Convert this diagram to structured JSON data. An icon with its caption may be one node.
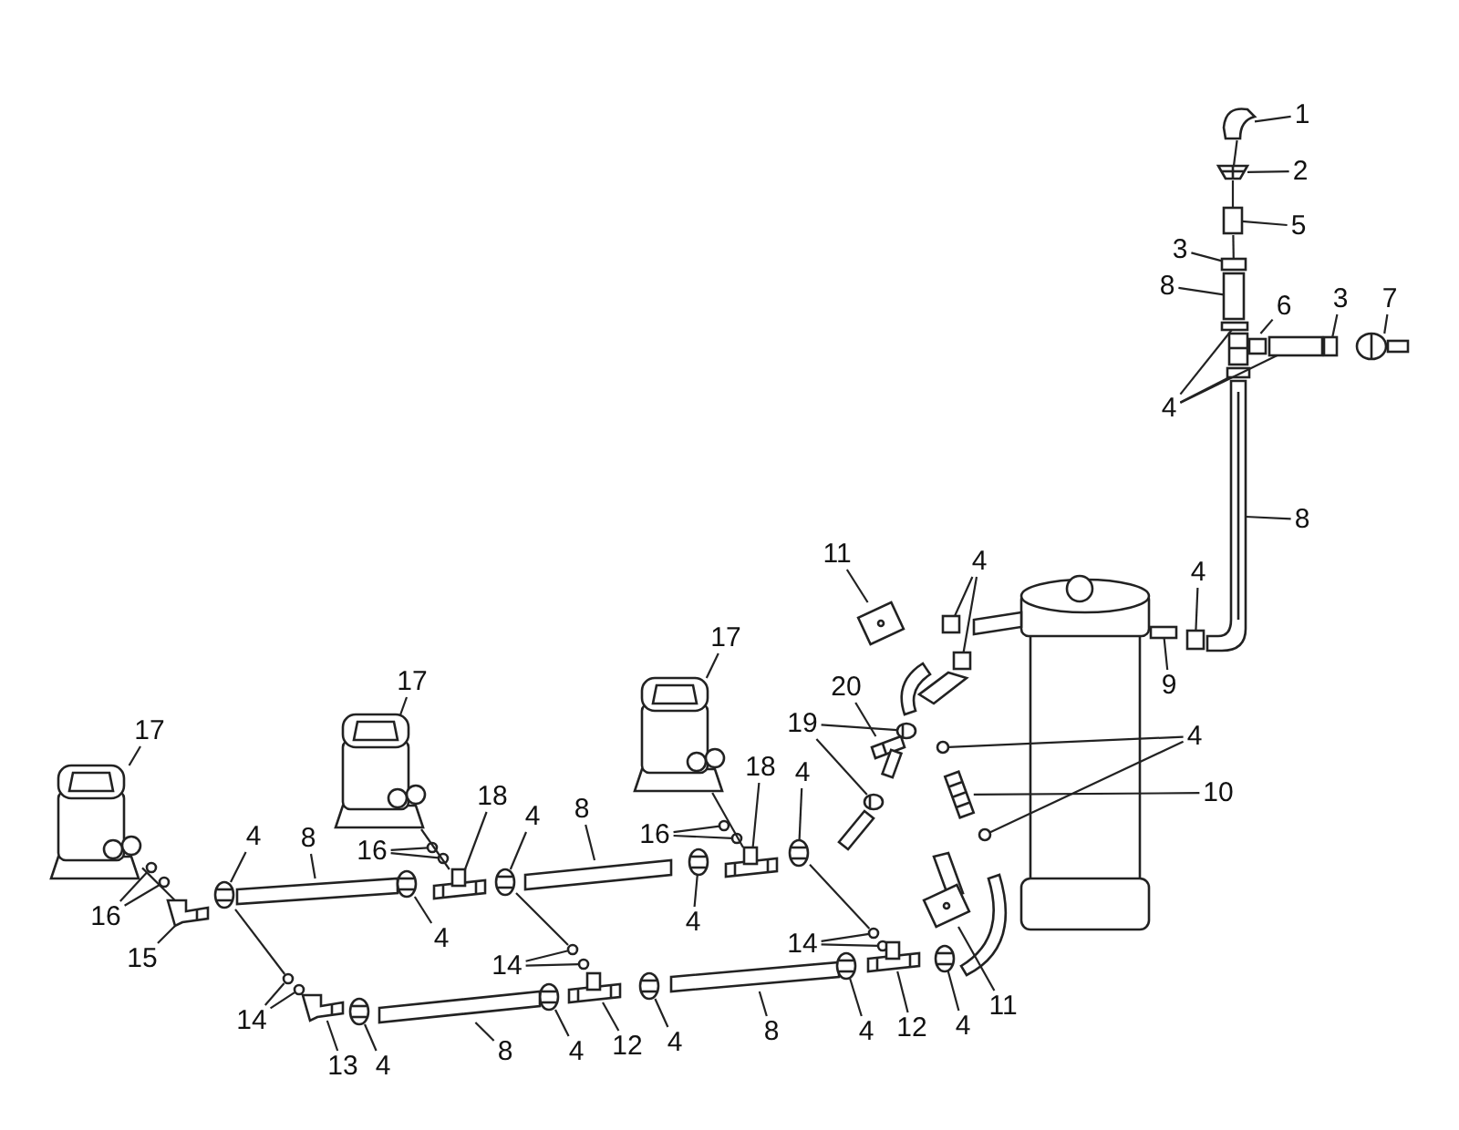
{
  "diagram": {
    "nodes": [
      {
        "text": [
          "1"
        ]
      },
      {
        "text": [
          "2"
        ]
      },
      {
        "text": [
          "5"
        ]
      },
      {
        "text": [
          "3"
        ]
      },
      {
        "text": [
          "8"
        ]
      },
      {
        "text": [
          "6"
        ]
      },
      {
        "text": [
          "3"
        ]
      },
      {
        "text": [
          "7"
        ]
      },
      {
        "text": [
          "4"
        ]
      },
      {
        "text": [
          "8"
        ]
      },
      {
        "text": [
          "11"
        ]
      },
      {
        "text": [
          "4"
        ]
      },
      {
        "text": [
          "4"
        ]
      },
      {
        "text": [
          "9"
        ]
      },
      {
        "text": [
          "20"
        ]
      },
      {
        "text": [
          "19"
        ]
      },
      {
        "text": [
          "4"
        ]
      },
      {
        "text": [
          "10"
        ]
      },
      {
        "text": [
          "17"
        ]
      },
      {
        "text": [
          "17"
        ]
      },
      {
        "text": [
          "17"
        ]
      },
      {
        "text": [
          "18"
        ]
      },
      {
        "text": [
          "4"
        ]
      },
      {
        "text": [
          "8"
        ]
      },
      {
        "text": [
          "18"
        ]
      },
      {
        "text": [
          "4"
        ]
      },
      {
        "text": [
          "4"
        ]
      },
      {
        "text": [
          "8"
        ]
      },
      {
        "text": [
          "16"
        ]
      },
      {
        "text": [
          "16"
        ]
      },
      {
        "text": [
          "16"
        ]
      },
      {
        "text": [
          "4"
        ]
      },
      {
        "text": [
          "4"
        ]
      },
      {
        "text": [
          "14"
        ]
      },
      {
        "text": [
          "14"
        ]
      },
      {
        "text": [
          "15"
        ]
      },
      {
        "text": [
          "11"
        ]
      },
      {
        "text": [
          "14"
        ]
      },
      {
        "text": [
          "4"
        ]
      },
      {
        "text": [
          "12"
        ]
      },
      {
        "text": [
          "4"
        ]
      },
      {
        "text": [
          "8"
        ]
      },
      {
        "text": [
          "4"
        ]
      },
      {
        "text": [
          "12"
        ]
      },
      {
        "text": [
          "4"
        ]
      },
      {
        "text": [
          "8"
        ]
      },
      {
        "text": [
          "13"
        ]
      },
      {
        "text": [
          "4"
        ]
      },
      {
        "text": [],
        "shape": "picture"
      },
      {
        "text": [],
        "shape": "picture"
      },
      {
        "text": [],
        "shape": "box"
      },
      {
        "text": [],
        "shape": "box"
      },
      {
        "text": [],
        "shape": "box"
      },
      {
        "text": [],
        "shape": "picture"
      },
      {
        "text": [],
        "shape": "box"
      },
      {
        "text": [],
        "shape": "picture"
      },
      {
        "text": [],
        "shape": "box"
      },
      {
        "text": [],
        "shape": "box"
      },
      {
        "text": [],
        "shape": "box"
      },
      {
        "text": [],
        "shape": "picture"
      },
      {
        "text": [],
        "shape": "picture"
      },
      {
        "text": [],
        "shape": "box"
      },
      {
        "text": [],
        "shape": "box"
      },
      {
        "text": [],
        "shape": "box"
      },
      {
        "text": [],
        "shape": "box"
      },
      {
        "text": [],
        "shape": "picture"
      },
      {
        "text": [],
        "shape": "picture"
      },
      {
        "text": [],
        "shape": "picture"
      },
      {
        "text": [],
        "shape": "circle"
      },
      {
        "text": [],
        "shape": "circle"
      },
      {
        "text": [],
        "shape": "picture"
      },
      {
        "text": [],
        "shape": "picture"
      },
      {
        "text": [],
        "shape": "picture"
      },
      {
        "text": [],
        "shape": "picture"
      },
      {
        "text": [],
        "shape": "picture"
      },
      {
        "text": [],
        "shape": "picture"
      },
      {
        "text": [],
        "shape": "bar"
      },
      {
        "text": [],
        "shape": "picture"
      },
      {
        "text": [],
        "shape": "picture"
      },
      {
        "text": [],
        "shape": "picture"
      },
      {
        "text": [],
        "shape": "bar"
      },
      {
        "text": [],
        "shape": "circle"
      },
      {
        "text": [],
        "shape": "circle"
      },
      {
        "text": [],
        "shape": "circle"
      },
      {
        "text": [],
        "shape": "circle"
      },
      {
        "text": [],
        "shape": "circle"
      },
      {
        "text": [],
        "shape": "circle"
      },
      {
        "text": [],
        "shape": "picture"
      },
      {
        "text": [],
        "shape": "picture"
      },
      {
        "text": [],
        "shape": "circle"
      },
      {
        "text": [],
        "shape": "circle"
      },
      {
        "text": [],
        "shape": "circle"
      },
      {
        "text": [],
        "shape": "circle"
      },
      {
        "text": [],
        "shape": "picture"
      },
      {
        "text": [],
        "shape": "picture"
      },
      {
        "text": [],
        "shape": "circle"
      },
      {
        "text": [],
        "shape": "circle"
      },
      {
        "text": [],
        "shape": "picture"
      },
      {
        "text": [],
        "shape": "picture"
      },
      {
        "text": [],
        "shape": "picture"
      },
      {
        "text": [],
        "shape": "bar"
      },
      {
        "text": [],
        "shape": "picture"
      },
      {
        "text": [],
        "shape": "picture"
      },
      {
        "text": [],
        "shape": "picture"
      },
      {
        "text": [],
        "shape": "bar"
      },
      {
        "text": [],
        "shape": "picture"
      },
      {
        "text": [],
        "shape": "picture"
      }
    ],
    "edges": [
      {
        "from": 0,
        "to": 48,
        "arrow": "none"
      },
      {
        "from": 1,
        "to": 49,
        "arrow": "none"
      },
      {
        "from": 2,
        "to": 50,
        "arrow": "none"
      },
      {
        "from": 3,
        "to": 51,
        "arrow": "none"
      },
      {
        "from": 4,
        "to": 52,
        "arrow": "none"
      },
      {
        "from": 5,
        "to": 53,
        "arrow": "none"
      },
      {
        "from": 6,
        "to": 54,
        "arrow": "none"
      },
      {
        "from": 7,
        "to": 55,
        "arrow": "none"
      },
      {
        "from": 8,
        "to": 56,
        "arrow": "none"
      },
      {
        "from": 8,
        "to": 57,
        "arrow": "none"
      },
      {
        "from": 8,
        "to": 58,
        "arrow": "none"
      },
      {
        "from": 9,
        "to": 59,
        "arrow": "none"
      },
      {
        "from": 10,
        "to": 60,
        "arrow": "none"
      },
      {
        "from": 11,
        "to": 61,
        "arrow": "none"
      },
      {
        "from": 11,
        "to": 62,
        "arrow": "none"
      },
      {
        "from": 12,
        "to": 63,
        "arrow": "none"
      },
      {
        "from": 13,
        "to": 64,
        "arrow": "none"
      },
      {
        "from": 14,
        "to": 65,
        "arrow": "none"
      },
      {
        "from": 15,
        "to": 66,
        "arrow": "none"
      },
      {
        "from": 15,
        "to": 67,
        "arrow": "none"
      },
      {
        "from": 16,
        "to": 68,
        "arrow": "none"
      },
      {
        "from": 16,
        "to": 69,
        "arrow": "none"
      },
      {
        "from": 17,
        "to": 70,
        "arrow": "none"
      },
      {
        "from": 18,
        "to": 71,
        "arrow": "none"
      },
      {
        "from": 19,
        "to": 72,
        "arrow": "none"
      },
      {
        "from": 20,
        "to": 73,
        "arrow": "none"
      },
      {
        "from": 21,
        "to": 74,
        "arrow": "none"
      },
      {
        "from": 22,
        "to": 75,
        "arrow": "none"
      },
      {
        "from": 23,
        "to": 76,
        "arrow": "none"
      },
      {
        "from": 24,
        "to": 77,
        "arrow": "none"
      },
      {
        "from": 25,
        "to": 78,
        "arrow": "none"
      },
      {
        "from": 26,
        "to": 79,
        "arrow": "none"
      },
      {
        "from": 27,
        "to": 80,
        "arrow": "none"
      },
      {
        "from": 28,
        "to": 81,
        "arrow": "none"
      },
      {
        "from": 28,
        "to": 82,
        "arrow": "none"
      },
      {
        "from": 29,
        "to": 83,
        "arrow": "none"
      },
      {
        "from": 29,
        "to": 84,
        "arrow": "none"
      },
      {
        "from": 30,
        "to": 85,
        "arrow": "none"
      },
      {
        "from": 30,
        "to": 86,
        "arrow": "none"
      },
      {
        "from": 31,
        "to": 87,
        "arrow": "none"
      },
      {
        "from": 32,
        "to": 88,
        "arrow": "none"
      },
      {
        "from": 33,
        "to": 89,
        "arrow": "none"
      },
      {
        "from": 33,
        "to": 90,
        "arrow": "none"
      },
      {
        "from": 34,
        "to": 91,
        "arrow": "none"
      },
      {
        "from": 34,
        "to": 92,
        "arrow": "none"
      },
      {
        "from": 35,
        "to": 93,
        "arrow": "none"
      },
      {
        "from": 36,
        "to": 94,
        "arrow": "none"
      },
      {
        "from": 37,
        "to": 95,
        "arrow": "none"
      },
      {
        "from": 37,
        "to": 96,
        "arrow": "none"
      },
      {
        "from": 38,
        "to": 97,
        "arrow": "none"
      },
      {
        "from": 39,
        "to": 98,
        "arrow": "none"
      },
      {
        "from": 40,
        "to": 99,
        "arrow": "none"
      },
      {
        "from": 41,
        "to": 100,
        "arrow": "none"
      },
      {
        "from": 42,
        "to": 101,
        "arrow": "none"
      },
      {
        "from": 43,
        "to": 102,
        "arrow": "none"
      },
      {
        "from": 44,
        "to": 103,
        "arrow": "none"
      },
      {
        "from": 45,
        "to": 104,
        "arrow": "none"
      },
      {
        "from": 46,
        "to": 105,
        "arrow": "none"
      },
      {
        "from": 47,
        "to": 106,
        "arrow": "none"
      },
      {
        "from": 48,
        "to": 49,
        "arrow": "none"
      },
      {
        "from": 49,
        "to": 50,
        "arrow": "none"
      },
      {
        "from": 50,
        "to": 51,
        "arrow": "none"
      },
      {
        "from": 73,
        "to": 93,
        "arrow": "none"
      },
      {
        "from": 72,
        "to": 74,
        "arrow": "none"
      },
      {
        "from": 71,
        "to": 77,
        "arrow": "none"
      },
      {
        "from": 79,
        "to": 95,
        "arrow": "none"
      },
      {
        "from": 75,
        "to": 91,
        "arrow": "none"
      },
      {
        "from": 78,
        "to": 89,
        "arrow": "none"
      }
    ]
  }
}
